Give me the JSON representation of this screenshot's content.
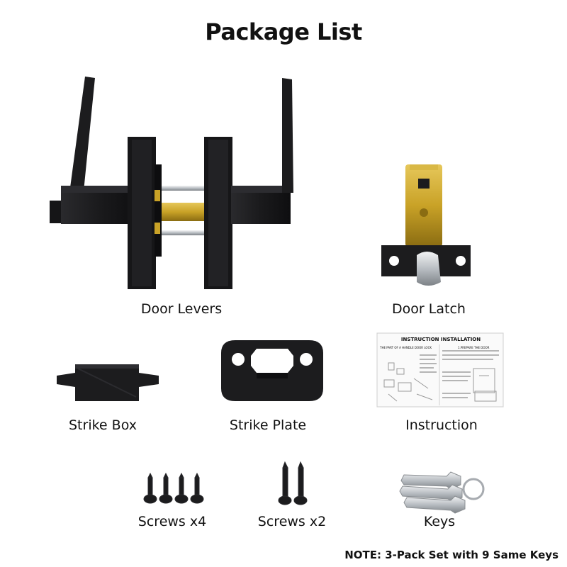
{
  "title": "Package List",
  "items": [
    {
      "label": "Door Levers"
    },
    {
      "label": "Door Latch"
    },
    {
      "label": "Strike Box"
    },
    {
      "label": "Strike Plate"
    },
    {
      "label": "Instruction"
    },
    {
      "label": "Screws x4"
    },
    {
      "label": "Screws x2"
    },
    {
      "label": "Keys"
    }
  ],
  "instruction_sheet": {
    "heading": "INSTRUCTION INSTALLATION",
    "left_heading": "THE PART OF A HANDLE DOOR LOCK",
    "right_heading": "1.PREPARE THE DOOR"
  },
  "note": "NOTE: 3-Pack Set with 9 Same Keys",
  "colors": {
    "matte_black": "#1c1c1e",
    "brass": "#c9a227",
    "silver": "#bfc3c7",
    "text": "#111111"
  }
}
